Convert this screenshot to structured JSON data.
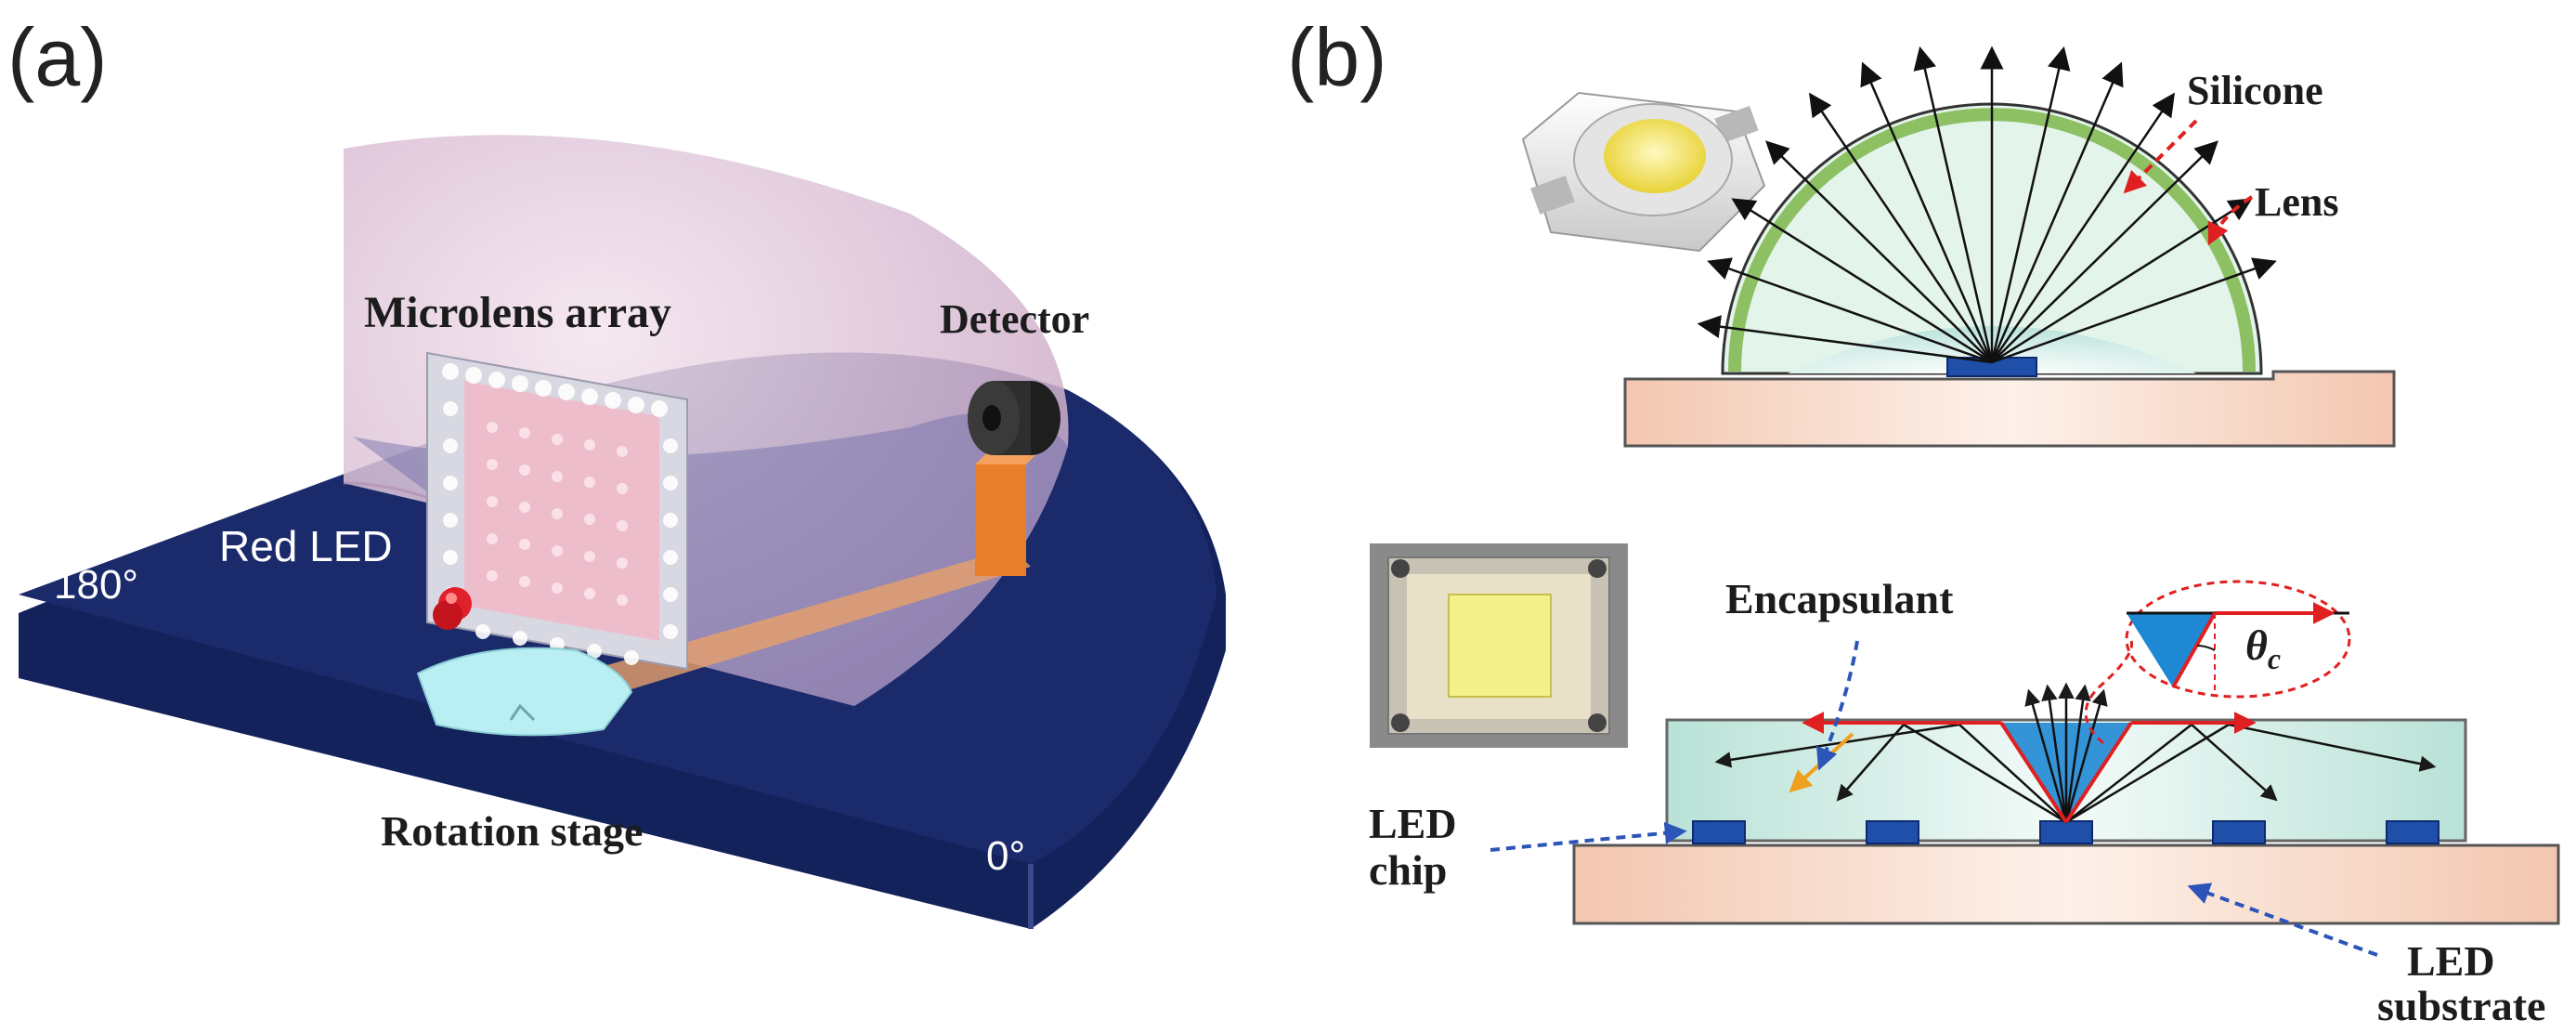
{
  "panel_a": {
    "tag": "(a)",
    "labels": {
      "microlens_array": "Microlens array",
      "detector": "Detector",
      "red_led": "Red LED",
      "angle_180": "180°",
      "angle_0": "0°",
      "rotation_stage": "Rotation stage"
    }
  },
  "panel_b": {
    "tag": "(b)",
    "top": {
      "silicone": "Silicone",
      "lens": "Lens"
    },
    "bottom": {
      "encapsulant": "Encapsulant",
      "critical_angle": "θc",
      "led_chip": [
        "LED",
        "chip"
      ],
      "led_substrate": [
        "LED",
        "substrate"
      ]
    }
  },
  "colors": {
    "stage_navy": "#1b2a6b",
    "dome_pink": "#e9cfe0",
    "led_red": "#e0202a",
    "detector_orange": "#e87d2a",
    "chip_blue": "#1f4fa8",
    "substrate_peach": "#f2c9b4",
    "silicone_green": "#8cc063",
    "encapsulant_teal": "#cfeee6",
    "ray_red": "#e02020",
    "ray_orange": "#f0a020",
    "leader_blue": "#2d55b8"
  }
}
